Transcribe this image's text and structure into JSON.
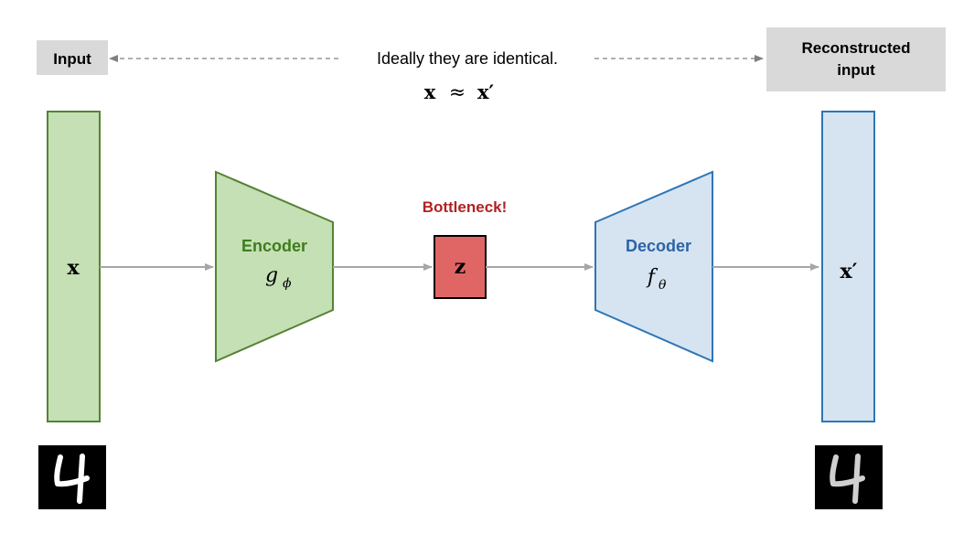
{
  "header": {
    "input_label": "Input",
    "reconstructed_label_line1": "Reconstructed",
    "reconstructed_label_line2": "input",
    "note": "Ideally they are identical.",
    "equation_x": "x",
    "equation_approx": "≈",
    "equation_xprime": "x′"
  },
  "input_vector": {
    "symbol": "x"
  },
  "encoder": {
    "label": "Encoder",
    "function": "g",
    "subscript": "ϕ"
  },
  "bottleneck": {
    "label": "Bottleneck!",
    "symbol": "z"
  },
  "decoder": {
    "label": "Decoder",
    "function": "f",
    "subscript": "θ"
  },
  "output_vector": {
    "symbol": "x′"
  },
  "digits": {
    "input_digit": "4",
    "output_digit": "4"
  },
  "colors": {
    "green_fill": "#c5e0b4",
    "green_stroke": "#548235",
    "encoder_text": "#3d7d1d",
    "blue_fill": "#d6e4f2",
    "blue_stroke": "#2e75b6",
    "decoder_text": "#2e63a4",
    "bottleneck_fill": "#e06666",
    "bottleneck_text": "#b22222",
    "label_bg": "#d9d9d9",
    "arrow": "#a6a6a6"
  }
}
